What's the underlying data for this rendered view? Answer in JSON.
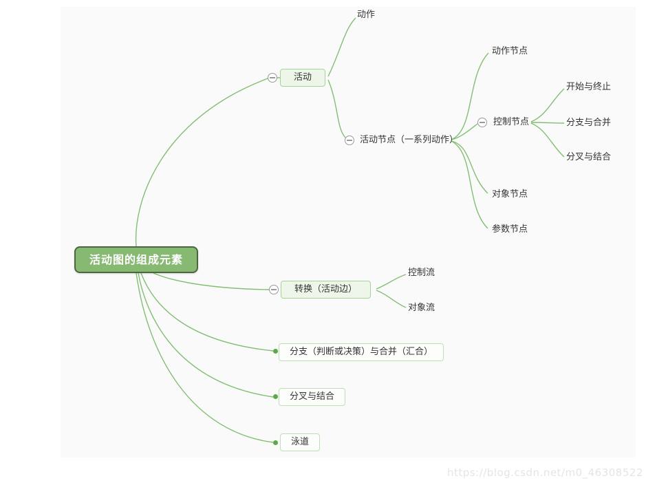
{
  "colors": {
    "canvas-bg": "#fafafa",
    "edge-green": "#82BE73",
    "root-fill": "#87B973",
    "root-border": "#4A6741",
    "root-text": "#ffffff",
    "box-light-fill": "#EDF6E8",
    "box-light-border": "#A5D29B",
    "box-white-fill": "#FCFEFB",
    "box-white-border": "#BCDFB4",
    "node-text": "#333333",
    "collapse-icon": "#999999",
    "dot-green": "#5AAA4B",
    "watermark": "#e5e5e5"
  },
  "watermark": {
    "text": "https://blog.csdn.net/m0_46308522"
  },
  "mindmap": {
    "root": {
      "label": "活动图的组成元素",
      "children": [
        {
          "label": "活动",
          "children": [
            {
              "label": "动作"
            },
            {
              "label": "活动节点（一系列动作）",
              "children": [
                {
                  "label": "动作节点"
                },
                {
                  "label": "控制节点",
                  "children": [
                    {
                      "label": "开始与终止"
                    },
                    {
                      "label": "分支与合并"
                    },
                    {
                      "label": "分叉与结合"
                    }
                  ]
                },
                {
                  "label": "对象节点"
                },
                {
                  "label": "参数节点"
                }
              ]
            }
          ]
        },
        {
          "label": "转换（活动边）",
          "children": [
            {
              "label": "控制流"
            },
            {
              "label": "对象流"
            }
          ]
        },
        {
          "label": "分支（判断或决策）与合并（汇合）"
        },
        {
          "label": "分叉与结合"
        },
        {
          "label": "泳道"
        }
      ]
    }
  }
}
